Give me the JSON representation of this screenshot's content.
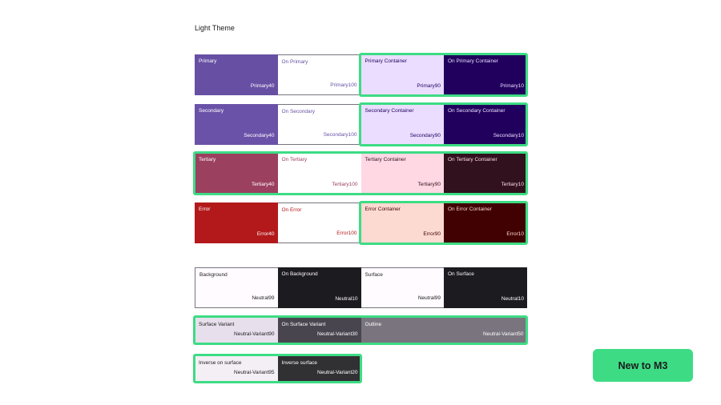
{
  "page_title": "Light Theme",
  "rows": [
    [
      {
        "name": "Primary",
        "tone": "Primary40",
        "bg": "#6750a4",
        "fg": "#ffffff"
      },
      {
        "name": "On Primary",
        "tone": "Primary100",
        "bg": "#ffffff",
        "fg": "#6750a4"
      },
      {
        "name": "Primary Container",
        "tone": "Primary90",
        "bg": "#eaddff",
        "fg": "#21005d"
      },
      {
        "name": "On Primary Container",
        "tone": "Primary10",
        "bg": "#21005d",
        "fg": "#eaddff"
      }
    ],
    [
      {
        "name": "Secondary",
        "tone": "Secondary40",
        "bg": "#6a52a8",
        "fg": "#ffffff"
      },
      {
        "name": "On Secondary",
        "tone": "Secondary100",
        "bg": "#ffffff",
        "fg": "#6a52a8"
      },
      {
        "name": "Secondary Container",
        "tone": "Secondary90",
        "bg": "#eaddff",
        "fg": "#21005d"
      },
      {
        "name": "On Secondary Container",
        "tone": "Secondary10",
        "bg": "#21005d",
        "fg": "#eaddff"
      }
    ],
    [
      {
        "name": "Tertiary",
        "tone": "Tertiary40",
        "bg": "#9c4060",
        "fg": "#ffffff"
      },
      {
        "name": "On Tertiary",
        "tone": "Tertiary100",
        "bg": "#ffffff",
        "fg": "#9c4060"
      },
      {
        "name": "Tertiary Container",
        "tone": "Tertiary90",
        "bg": "#ffd8e4",
        "fg": "#31111d"
      },
      {
        "name": "On Tertiary Container",
        "tone": "Tertiary10",
        "bg": "#31111d",
        "fg": "#ffd8e4"
      }
    ],
    [
      {
        "name": "Error",
        "tone": "Error40",
        "bg": "#b3191b",
        "fg": "#ffffff"
      },
      {
        "name": "On Error",
        "tone": "Error100",
        "bg": "#ffffff",
        "fg": "#b3191b"
      },
      {
        "name": "Error Container",
        "tone": "Error90",
        "bg": "#fcdad2",
        "fg": "#410002"
      },
      {
        "name": "On Error Container",
        "tone": "Error10",
        "bg": "#410002",
        "fg": "#fcdad2"
      }
    ],
    [
      {
        "name": "Background",
        "tone": "Neutral99",
        "bg": "#fffbfe",
        "fg": "#1c1b1f"
      },
      {
        "name": "On Background",
        "tone": "Neutral10",
        "bg": "#1c1b1f",
        "fg": "#fffbfe"
      },
      {
        "name": "Surface",
        "tone": "Neutral99",
        "bg": "#fffbfe",
        "fg": "#1c1b1f"
      },
      {
        "name": "On Surface",
        "tone": "Neutral10",
        "bg": "#1c1b1f",
        "fg": "#fffbfe"
      }
    ],
    [
      {
        "name": "Surface Variant",
        "tone": "Neutral-Variant90",
        "bg": "#e7e0ec",
        "fg": "#1c1b1f"
      },
      {
        "name": "On Surface Variant",
        "tone": "Neutral-Variant30",
        "bg": "#49454f",
        "fg": "#ffffff"
      },
      {
        "name": "Outline",
        "tone": "Neutral-Variant50",
        "bg": "#79747e",
        "fg": "#ffffff"
      }
    ],
    [
      {
        "name": "Inverse on surface",
        "tone": "Neutral-Variant95",
        "bg": "#f4eff4",
        "fg": "#1c1b1f"
      },
      {
        "name": "Inverse surface",
        "tone": "Neutral-Variant20",
        "bg": "#313033",
        "fg": "#ffffff"
      }
    ]
  ],
  "cta": {
    "label": "New to M3",
    "color": "#3ddc84"
  },
  "highlight_color": "#3ddc84"
}
